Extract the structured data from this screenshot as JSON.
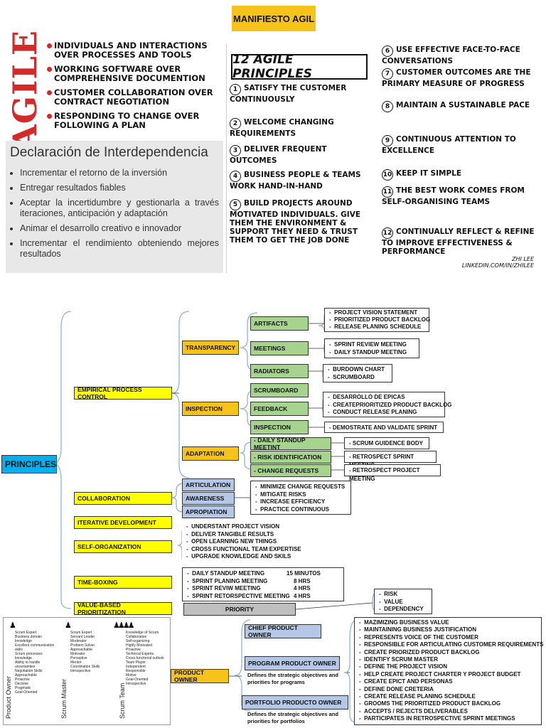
{
  "title": "MANIFIESTO AGIL",
  "agile_word": "AGILE",
  "values": [
    "Individuals and interactions over processes and tools",
    "Working software over comprehensive documention",
    "Customer collaboration over contract negotiation",
    "Responding to change over following a plan"
  ],
  "declaration": {
    "heading": "Declaración de Interdependencia",
    "items": [
      "Incrementar el retorno de la inversión",
      "Entregar resultados fiables",
      "Aceptar la incertidumbre y gestionarla a través iteraciones, anticipación y adaptación",
      "Animar el desarrollo creativo e innovador",
      "Incrementar el rendimiento obteniendo mejores resultados"
    ]
  },
  "principles_board": {
    "title": "12 Agile Principles",
    "items": [
      {
        "n": "1",
        "text": "Satisfy the customer continuously"
      },
      {
        "n": "2",
        "text": "Welcome changing requirements"
      },
      {
        "n": "3",
        "text": "Deliver frequent outcomes"
      },
      {
        "n": "4",
        "text": "Business people & teams work hand-in-hand"
      },
      {
        "n": "5",
        "text": "Build projects around motivated individuals. Give them the environment & support they need & trust them to get the job done"
      },
      {
        "n": "6",
        "text": "Use effective face-to-face conversations"
      },
      {
        "n": "7",
        "text": "Customer outcomes are the primary measure of progress"
      },
      {
        "n": "8",
        "text": "Maintain a sustainable pace"
      },
      {
        "n": "9",
        "text": "Continuous attention to excellence"
      },
      {
        "n": "10",
        "text": "Keep it simple"
      },
      {
        "n": "11",
        "text": "The best work comes from self-organising teams"
      },
      {
        "n": "12",
        "text": "Continually reflect & refine to improve effectiveness & performance"
      }
    ],
    "signature": "Zhi Lee",
    "signature_link": "linkedin.com/in/zhilee"
  },
  "map": {
    "root": "PRINCIPLES",
    "empirical": "EMPIRICAL PROCESS CONTROL",
    "transparency": "TRANSPARENCY",
    "artifacts": "ARTIFACTS",
    "artifacts_list": [
      "PROJECT VISION STATEMENT",
      "PRIORITIZED PRODUCT BACKLOG",
      "RELEASE PLANING SCHEDULE"
    ],
    "meetings": "MEETINGS",
    "meetings_list": [
      "SPRINT REVIEW MEETING",
      "DAILY STANDUP MEETING"
    ],
    "radiators": "RADIATORS",
    "radiators_list": [
      "BURDOWN CHART",
      "SCRUMBOARD"
    ],
    "inspection": "INSPECTION",
    "scrumboard": "SCRUMBOARD",
    "feedback": "FEEDBACK",
    "feedback_list": [
      "DESARROLLO DE EPICAS",
      "CREATEPRIORITIZED PRODUCT BACKLOG",
      "CONDUCT RELEASE PLANING"
    ],
    "inspection_sub": "INSPECTION",
    "inspection_sub_list": "- DEMOSTRATE AND VALIDATE SPRINT",
    "adaptation": "ADAPTATION",
    "adapt_items": [
      "- DAILY STANDUP MEETINT",
      "- RISK IDENTIFICATION",
      "- CHANGE REQUESTS"
    ],
    "adapt_results": [
      "- SCRUM GUIDENCE BODY",
      "- RETROSPECT SPRINT MEETING",
      "- RETROSPECT PROJECT MEETING"
    ],
    "collaboration": "COLLABORATION",
    "articulation": "ARTICULATION",
    "awareness": "AWARENESS",
    "apropiation": "APROPIATION",
    "collab_list": [
      "MINIMIZE CHANGE REQUESTS",
      "MITIGATE RISKS",
      "INCREASE EFFICIENCY",
      "PRACTICE CONTINUOUS"
    ],
    "iterative": "ITERATIVE DEVELOPMENT",
    "iterative_list": [
      "UNDERSTANT PROJECT VISION",
      "DELIVER TANGIBLE RESULTS",
      "OPEN LEARNING NEW THINGS"
    ],
    "selforg": "SELF-ORGANIZATION",
    "selforg_list": [
      "CROSS FUNCTIONAL TEAM EXPERTISE",
      "UPGRADE KNOWLEDGE AND SKILS"
    ],
    "timeboxing": "TIME-BOXING",
    "timebox_list": [
      {
        "name": "DAILY STANDUP MEETING",
        "time": "15 MINUTOS"
      },
      {
        "name": "SPRINT PLANING MEETING",
        "time": "8 HRS"
      },
      {
        "name": "SPRINT REVIW MEETING",
        "time": "4 HRS"
      },
      {
        "name": "SPRINT RETORSPECTIVE MEETING",
        "time": "4 HRS"
      }
    ],
    "value_based": "VALUE-BASED PRIORITIZATION",
    "priority": "PRIORITY",
    "priority_list": [
      "RISK",
      "VALUE",
      "DEPENDENCY"
    ],
    "product_owner": "PRODUCT OWNER",
    "chief_po": "CHIEF PRODUCT OWNER",
    "program_po": "PROGRAM PRODUCT OWNER",
    "program_po_note": "Defines the strategic objectives and priorities for programs",
    "portfolio_po": "PORTFOLIO PRODUCTO OWNER",
    "portfolio_po_note": "Defines the strategic objectives and priorities for portfolios",
    "po_list": [
      "MAZIMIZING BUSINESS VALUE",
      "MAINTAINING BUSINESS JUSTIFICATION",
      "REPRESENTS VOICE OF THE CUSTOMER",
      "RESPONSIBLE FOR ARTICULATING CUSTOMER REQUIREMENTS",
      "CREATE PRIORIZED PRODUCT BACKLOG",
      "IDENTIFY SCRUM MASTER",
      "DEFINE THE PROJECT VISION",
      "HELP CREATE PROJECT CHARTER Y PROJECT BUDGET",
      "CREATE EPICT AND PERSONAS",
      "DEFINE DONE CRETERIA",
      "CREATE RELEASE PLANING SCHEDULE",
      "GROOMS THE PRIORITIZED PRODUCT BACKLOG",
      "ACCEPTS / REJECTS DELIVERABLES",
      "PARTICIPATES IN RETROSPECTIVE SPRINT MEETINGS"
    ]
  },
  "roles": {
    "columns": [
      {
        "label": "Product Owner",
        "items": [
          "Scrum Expert",
          "Business domain knowledge",
          "Excellent communication skills",
          "Scrum processes knowledge",
          "Ability to handle uncertainties",
          "Negotiation Skills",
          "Approachable",
          "Proactive",
          "Decisive",
          "Pragmatic",
          "Goal-Oriented"
        ]
      },
      {
        "label": "Scrum Master",
        "items": [
          "Scrum Expert",
          "Servant Leader",
          "Moderator",
          "Problem Solver",
          "Approachable",
          "Motivator",
          "Perceptive",
          "Mentor",
          "Coordination Skills",
          "Introspective"
        ]
      },
      {
        "label": "Scrum Team",
        "items": [
          "Knowledge of Scrum",
          "Collaborative",
          "Self-organizing",
          "Highly Motivated",
          "Proactive",
          "Technical Experts",
          "Cross-functional outlook",
          "Team Player",
          "Independent",
          "Responsible",
          "Motive",
          "Goal-Oriented",
          "Introspective"
        ]
      }
    ]
  }
}
